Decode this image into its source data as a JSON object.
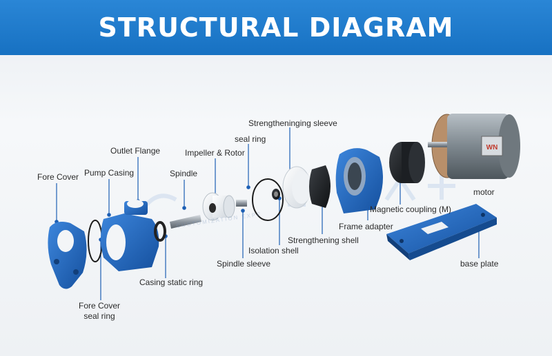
{
  "title": "STRUCTURAL DIAGRAM",
  "watermark": "CUSTOMIZATION EXPE",
  "colors": {
    "banner": "#1e7bcc",
    "pump_blue": "#1d5fb4",
    "ptfe_white": "#f3f5f7",
    "motor_gray": "#8a9399"
  },
  "labels": {
    "fore_cover": "Fore Cover",
    "pump_casing": "Pump Casing",
    "outlet_flange": "Outlet Flange",
    "spindle": "Spindle",
    "impeller_rotor": "Impeller & Rotor",
    "seal_ring": "seal ring",
    "strengthening_sleeve": "Strengtheninging sleeve",
    "isolation_shell": "Isolation shell",
    "spindle_sleeve": "Spindle sleeve",
    "casing_static_ring": "Casing static ring",
    "fore_cover_seal_ring_1": "Fore Cover",
    "fore_cover_seal_ring_2": "seal ring",
    "strengthening_shell": "Strengthening shell",
    "frame_adapter": "Frame adapter",
    "magnetic_coupling": "Magnetic coupling (M)",
    "motor": "motor",
    "base_plate": "base plate"
  },
  "motor_badge": "WN"
}
